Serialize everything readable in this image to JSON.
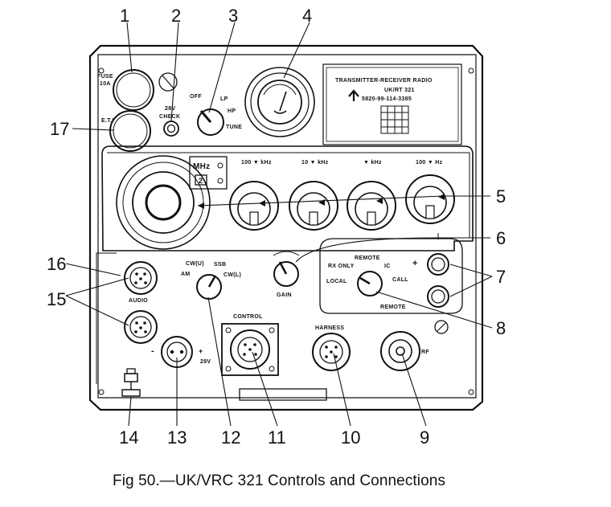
{
  "callouts": [
    "1",
    "2",
    "3",
    "4",
    "5",
    "6",
    "7",
    "8",
    "9",
    "10",
    "11",
    "12",
    "13",
    "14",
    "15",
    "16",
    "17"
  ],
  "panel": {
    "fuse": "FUSE",
    "fuse_rating": "10A",
    "eti": "E.T.I",
    "check_voltage": "28V",
    "check": "CHECK",
    "off": "OFF",
    "lp": "LP",
    "hp": "HP",
    "tune": "TUNE",
    "plate_line1": "TRANSMITTER-RECEIVER RADIO",
    "plate_line2": "UK/RT 321",
    "plate_line3": "5820-99-114-3385",
    "mhz": "MHz",
    "mhz_digit": "2",
    "khz100": "100 ▼ kHz",
    "khz10": "10 ▼ kHz",
    "khz1": "▼ kHz",
    "hz100": "100 ▼ Hz",
    "gain": "GAIN",
    "remote_top": "REMOTE",
    "rx_only": "RX ONLY",
    "ic": "IC",
    "local": "LOCAL",
    "call": "CALL",
    "remote_bottom": "REMOTE",
    "plus": "+",
    "audio": "AUDIO",
    "cw_u": "CW(U)",
    "ssb": "SSB",
    "am": "AM",
    "cw_l": "CW(L)",
    "control": "CONTROL",
    "harness": "HARNESS",
    "rf": "RF",
    "minus": "-",
    "plus_28": "+",
    "v28": "28V"
  },
  "caption": "Fig 50.—UK/VRC 321 Controls and Connections"
}
